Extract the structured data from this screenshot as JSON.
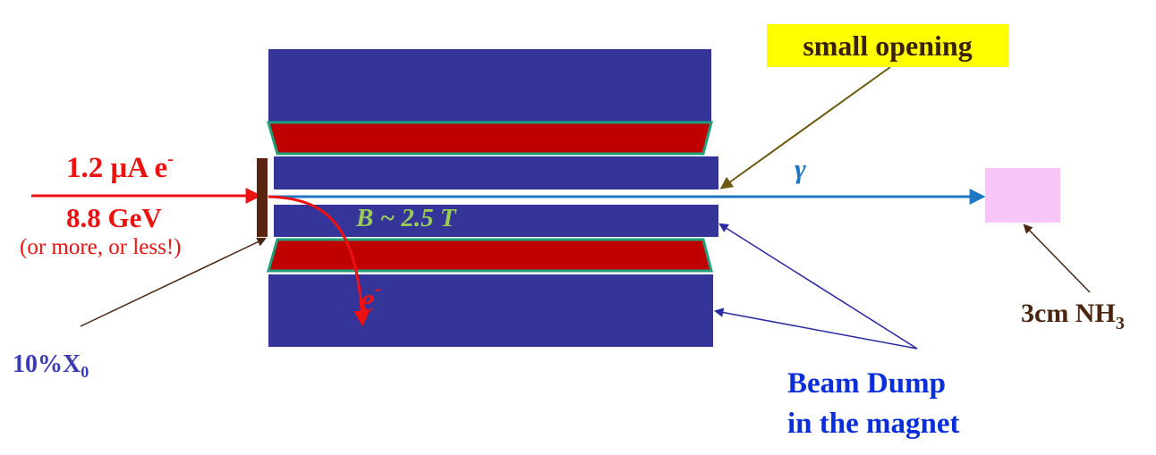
{
  "labels": {
    "beam_current_main": "1.2 μA e",
    "beam_current_sup": "-",
    "beam_energy": "8.8 GeV",
    "energy_note": "(or more, or less!)",
    "magnetic_field": "B ~ 2.5 T",
    "electron_main": "e",
    "electron_sup": "-",
    "photon": "γ",
    "small_opening": "small opening",
    "radiator_main": "10%X",
    "radiator_sub": "0",
    "target_main": "3cm NH",
    "target_sub": "3",
    "beam_dump_line1": "Beam Dump",
    "beam_dump_line2": "in the magnet"
  },
  "colors": {
    "magnet_yoke": "#353599",
    "magnet_coil": "#c00000",
    "coil_border": "#20a07a",
    "electron_beam": "#ee1111",
    "photon_beam": "#1f77c4",
    "radiator": "#5a2410",
    "target": "#f7c6f7",
    "highlight": "#ffff00",
    "pointer_opening": "#6b5a10",
    "pointer_radiator": "#4a2510",
    "pointer_target": "#4a2510",
    "pointer_dump": "#2a2aa0"
  }
}
